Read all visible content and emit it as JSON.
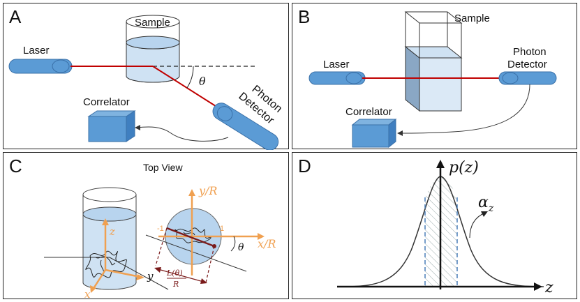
{
  "panels": {
    "A": {
      "letter": "A",
      "laser": "Laser",
      "sample": "Sample",
      "angle": "θ",
      "detector_line1": "Photon",
      "detector_line2": "Detector",
      "correlator": "Correlator"
    },
    "B": {
      "letter": "B",
      "sample": "Sample",
      "laser": "Laser",
      "detector_line1": "Photon",
      "detector_line2": "Detector",
      "correlator": "Correlator"
    },
    "C": {
      "letter": "C",
      "title": "Top View",
      "axis_z": "z",
      "axis_y": "y",
      "axis_x": "x",
      "axis_yR": "y/R",
      "axis_xR": "x/R",
      "tick_neg1": "-1",
      "tick_pos1": "1",
      "angle": "θ",
      "length_num": "L(θ)",
      "length_den": "R"
    },
    "D": {
      "letter": "D",
      "y_label": "p(z)",
      "x_label": "z",
      "alpha_label": "α",
      "alpha_sub": "z"
    }
  },
  "colors": {
    "laser_beam": "#c00000",
    "device_blue": "#5b9bd5",
    "device_edge": "#3a70a8",
    "orange_axis": "#f0a050",
    "dark_red": "#7a1a1a",
    "dashed_blue": "#4a7fb8"
  }
}
